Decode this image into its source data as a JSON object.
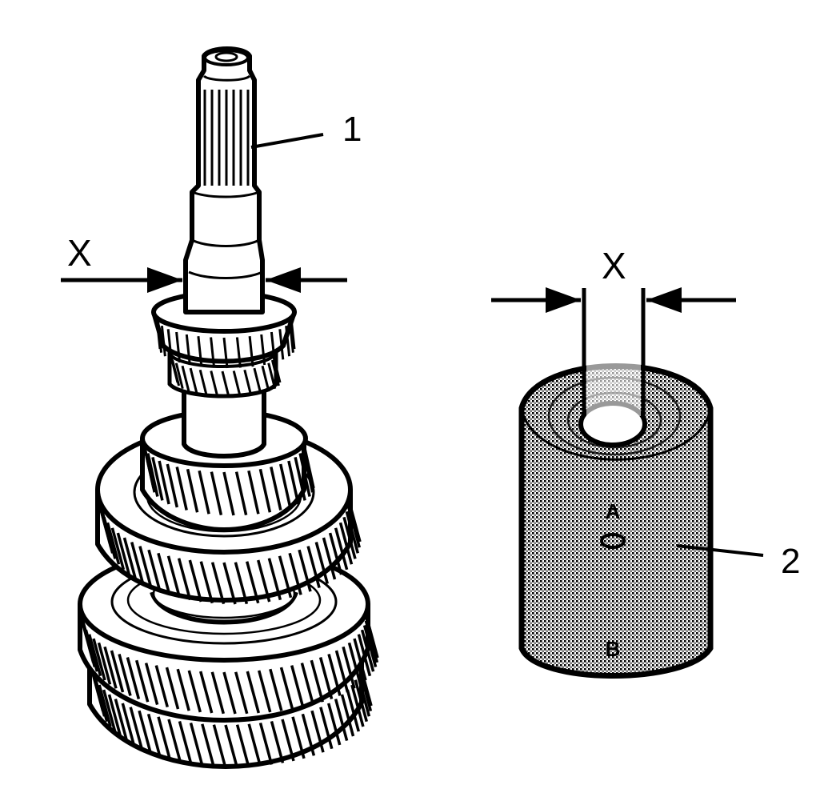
{
  "labels": {
    "callout_1": "1",
    "callout_2": "2",
    "dimension_left": "X",
    "dimension_right": "X",
    "mark_a": "A",
    "mark_b": "B"
  },
  "colors": {
    "ink": "#000000",
    "paper": "#ffffff",
    "stipple": "#9a9a9a"
  }
}
